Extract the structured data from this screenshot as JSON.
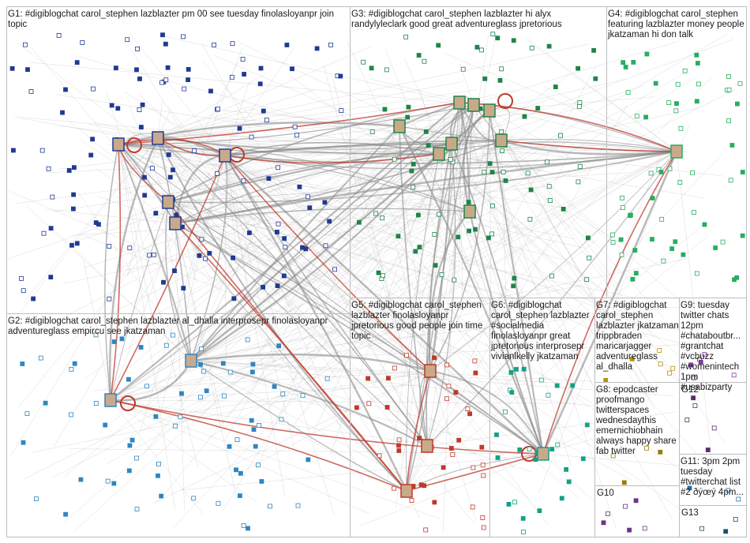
{
  "groups": [
    {
      "id": "G1",
      "label": "G1: #digiblogchat carol_stephen lazblazter pm 00 see tuesday finolasloyanpr join topic",
      "color": "#1f3a93"
    },
    {
      "id": "G3",
      "label": "G3: #digiblogchat carol_stephen lazblazter hi alyx randylyleclark good great adventureglass jpretorious",
      "color": "#1e8449"
    },
    {
      "id": "G4",
      "label": "G4: #digiblogchat carol_stephen featuring lazblazter money people jkatzaman hi don talk",
      "color": "#27ae60"
    },
    {
      "id": "G2",
      "label": "G2: #digiblogchat carol_stephen lazblazter al_dhalla interprosepr finolasloyanpr adventureglass empircu see jkatzaman",
      "color": "#2e86c1"
    },
    {
      "id": "G5",
      "label": "G5: #digiblogchat carol_stephen lazblazter finolasloyanpr jpretorious good people join time topic",
      "color": "#c0392b"
    },
    {
      "id": "G6",
      "label": "G6: #digiblogchat carol_stephen lazblazter #socialmedia finolasloyanpr great jpretorious interprosepr vivianlkelly jkatzaman",
      "color": "#16a085"
    },
    {
      "id": "G7",
      "label": "G7: #digiblogchat carol_stephen lazblazter jkatzaman trippbraden maricarjagger adventureglass al_dhalla",
      "color": "#b7950b"
    },
    {
      "id": "G9",
      "label": "G9: tuesday twitter chats 12pm #chataboutbr... #grantchat #vcbuzz #womenintech 1pm #usabizparty",
      "color": "#7d3c98"
    },
    {
      "id": "G8",
      "label": "G8: epodcaster proofmango twitterspaces wednesdaythis emernichiobhain always happy share fab twitter",
      "color": "#9a7d0a"
    },
    {
      "id": "G12",
      "label": "G12",
      "color": "#5b2c6f"
    },
    {
      "id": "G11",
      "label": "G11: 3pm 2pm tuesday #twitterchat list #2 ðýœý 4pm...",
      "color": "#2874a6"
    },
    {
      "id": "G10",
      "label": "G10",
      "color": "#6c3483"
    },
    {
      "id": "G13",
      "label": "G13",
      "color": "#1b4f72"
    }
  ],
  "edge_colors": {
    "gray": "#8c8c8c",
    "red": "#c0392b"
  }
}
